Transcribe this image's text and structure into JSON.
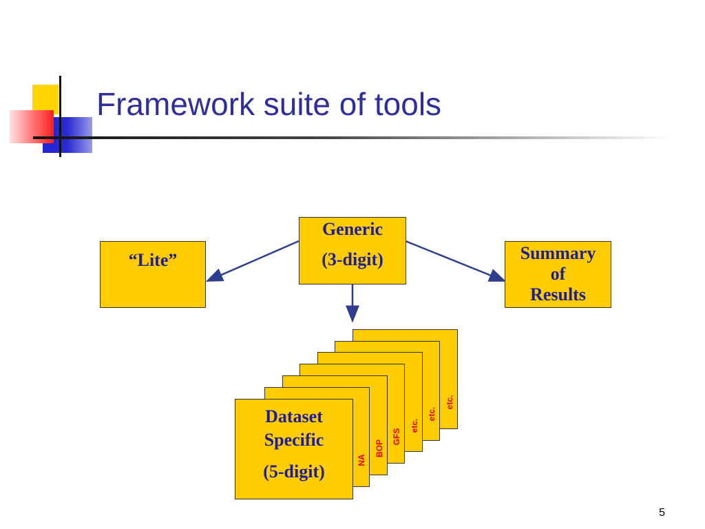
{
  "slide": {
    "title": "Framework suite of tools",
    "page_number": "5"
  },
  "diagram": {
    "generic": {
      "line1": "Generic",
      "line2": "(3-digit)"
    },
    "lite": {
      "label": "“Lite”"
    },
    "summary": {
      "line1": "Summary",
      "line2": "of",
      "line3": "Results"
    },
    "dataset": {
      "line1": "Dataset",
      "line2": "Specific",
      "line3": "(5-digit)"
    },
    "stack_labels": [
      "NA",
      "BOP",
      "GFS",
      "etc.",
      "etc.",
      "etc."
    ]
  },
  "colors": {
    "title": "#2e2e9c",
    "box_fill": "#ffcc00",
    "box_text": "#1f1f8f",
    "arrow": "#2e3d8f",
    "stack_label": "#e00000"
  }
}
